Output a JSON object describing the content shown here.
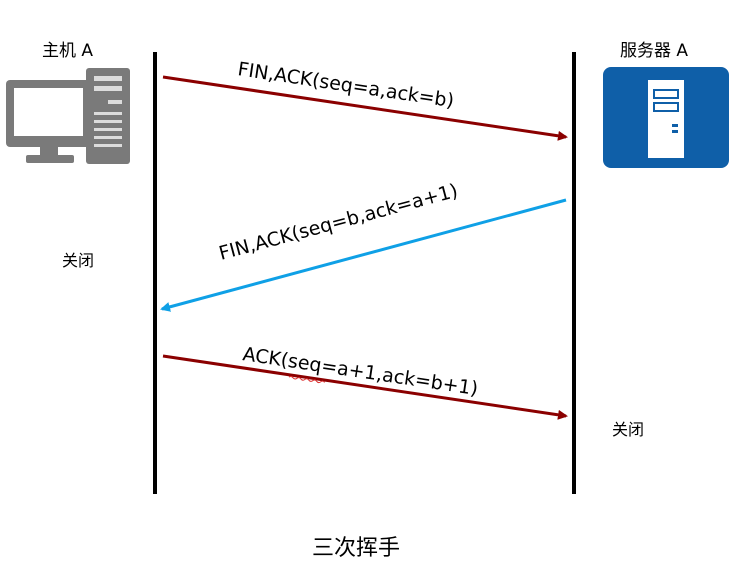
{
  "host": {
    "label": "主机 A",
    "icon": "desktop-computer-icon"
  },
  "server": {
    "label": "服务器 A",
    "icon": "server-icon",
    "color": "#0f5fa8"
  },
  "messages": [
    {
      "text": "FIN,ACK(seq=a,ack=b)",
      "direction": "host-to-server",
      "color": "#8b0000"
    },
    {
      "text": "FIN,ACK(seq=b,ack=a+1)",
      "direction": "server-to-host",
      "color": "#0fa0e6"
    },
    {
      "text": "ACK(seq=a+1,ack=b+1)",
      "direction": "host-to-server",
      "color": "#8b0000"
    }
  ],
  "host_state": "关闭",
  "server_state": "关闭",
  "caption": "三次挥手"
}
